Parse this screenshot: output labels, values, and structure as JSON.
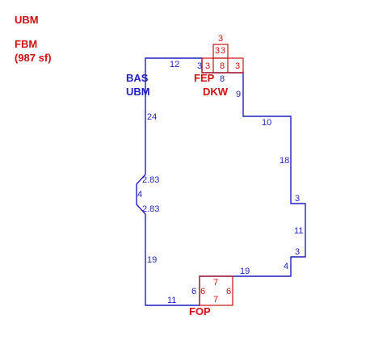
{
  "legend": {
    "code": "UBM",
    "sub_code": "FBM",
    "sub_area": "(987 sf)"
  },
  "colors": {
    "main_outline": "#1f1fbf",
    "sub_outline": "#d01010",
    "main_text": "#1f1fbf",
    "sub_text": "#d01010"
  },
  "areas": {
    "bas": "BAS",
    "ubm": "UBM",
    "fep": "FEP",
    "dkw": "DKW",
    "fop": "FOP"
  },
  "main_dims": {
    "top": "12",
    "step_a": "3",
    "step_b": "8",
    "right_upper": "9",
    "ledge_upper": "10",
    "right_long": "18",
    "notch_top": "3",
    "notch_side": "11",
    "notch_bottom": "3",
    "diag": "4",
    "bottom_right": "19",
    "fop_side": "6",
    "bottom_left": "11",
    "left_lower": "19",
    "bevel_bottom": "2.83",
    "bevel_mid": "4",
    "bevel_top": "2.83",
    "left_upper": "24"
  },
  "fep_dims": {
    "top": "3",
    "inner_a": "3",
    "inner_b": "3",
    "left": "3",
    "mid": "8",
    "right": "3"
  },
  "fop_dims": {
    "top": "7",
    "left": "6",
    "right": "6",
    "bottom": "7"
  }
}
